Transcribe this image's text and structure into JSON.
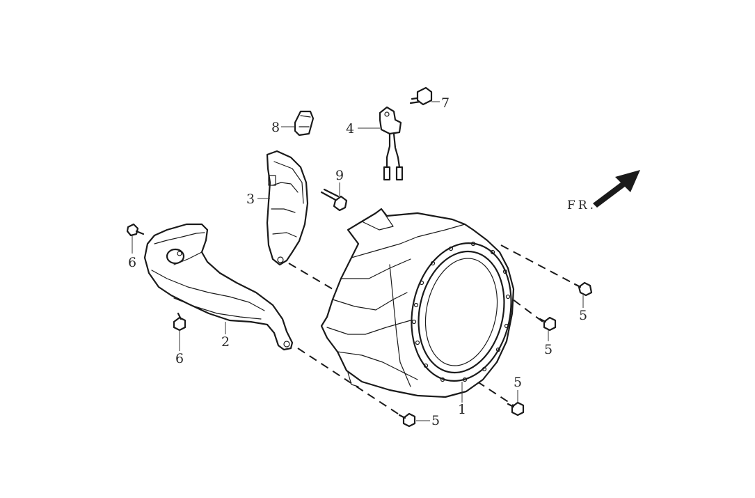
{
  "diagram": {
    "callouts": {
      "c1": "1",
      "c2": "2",
      "c3": "3",
      "c4": "4",
      "c5a": "5",
      "c5b": "5",
      "c5c": "5",
      "c5d": "5",
      "c6a": "6",
      "c6b": "6",
      "c7": "7",
      "c8": "8",
      "c9": "9"
    },
    "direction_label": "FR."
  }
}
